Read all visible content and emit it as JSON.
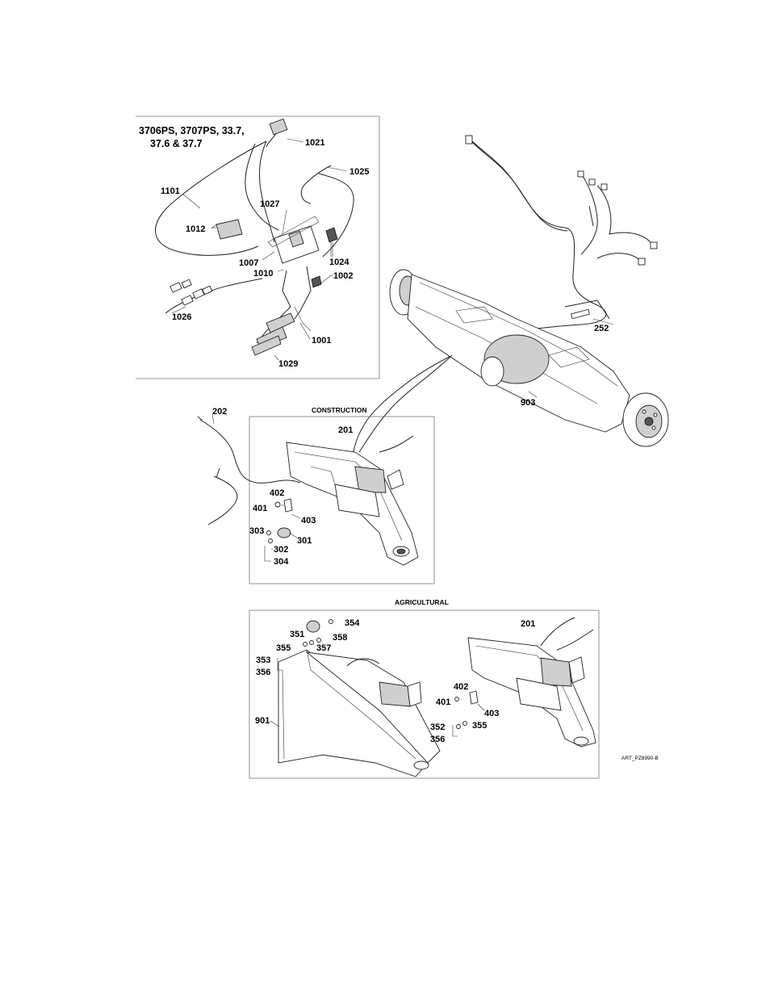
{
  "inset": {
    "title_lines": [
      "3706PS, 3707PS, 33.7,",
      "37.6 & 37.7"
    ],
    "callouts": [
      "1021",
      "1025",
      "1101",
      "1027",
      "1012",
      "1024",
      "1007",
      "1010",
      "1002",
      "1026",
      "1001",
      "1029"
    ]
  },
  "main": {
    "callouts": [
      "252",
      "903",
      "202"
    ]
  },
  "construction": {
    "header": "CONSTRUCTION",
    "callouts": [
      "201",
      "402",
      "401",
      "403",
      "303",
      "301",
      "302",
      "304"
    ]
  },
  "agricultural": {
    "header": "AGRICULTURAL",
    "left_callouts": [
      "351",
      "354",
      "358",
      "355",
      "357",
      "353",
      "356",
      "901"
    ],
    "right_callouts": [
      "201",
      "402",
      "401",
      "403",
      "352",
      "355",
      "356"
    ],
    "art_id": "ART_PZ8990-B"
  }
}
